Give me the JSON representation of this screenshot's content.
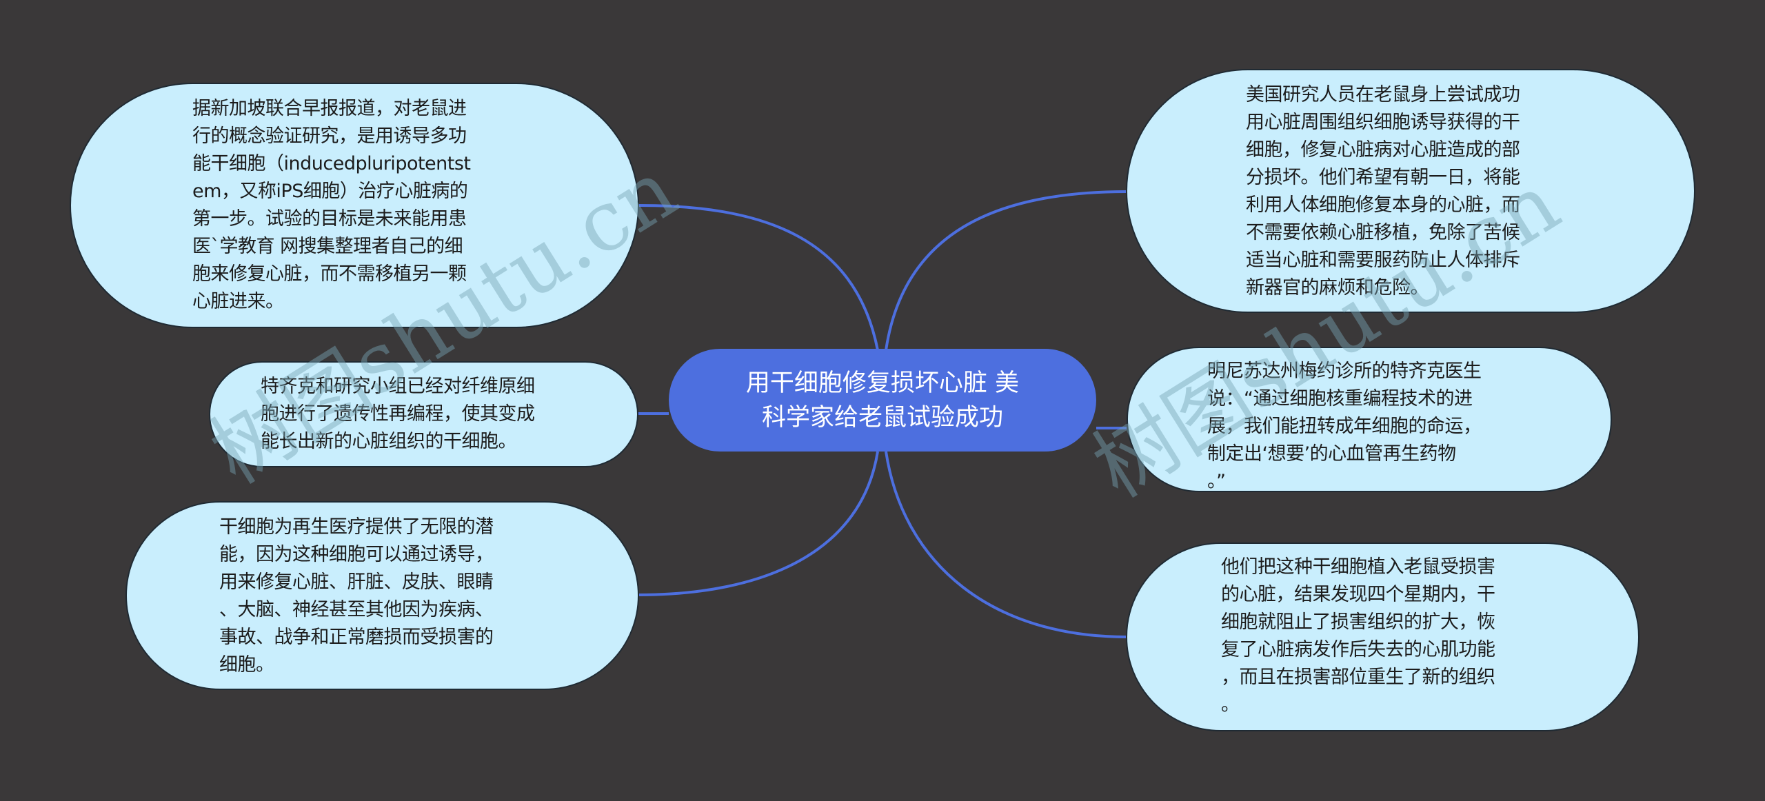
{
  "mindmap": {
    "background_color": "#3a3839",
    "link_color": "#4d6fdf",
    "node_fill": "#c9eefd",
    "center": {
      "title": "用干细胞修复损坏心脏 美\n科学家给老鼠试验成功",
      "fill": "#4d6fdf",
      "text_color": "#ffffff"
    },
    "left_nodes": [
      {
        "text": "据新加坡联合早报报道，对老鼠进\n行的概念验证研究，是用诱导多功\n能干细胞（inducedpluripotentst\nem，又称iPS细胞）治疗心脏病的\n第一步。试验的目标是未来能用患\n医`学教育 网搜集整理者自己的细\n胞来修复心脏，而不需移植另一颗\n心脏进来。"
      },
      {
        "text": "特齐克和研究小组已经对纤维原细\n胞进行了遗传性再编程，使其变成\n能长出新的心脏组织的干细胞。"
      },
      {
        "text": "干细胞为再生医疗提供了无限的潜\n能，因为这种细胞可以通过诱导，\n用来修复心脏、肝脏、皮肤、眼睛\n、大脑、神经甚至其他因为疾病、\n事故、战争和正常磨损而受损害的\n细胞。"
      }
    ],
    "right_nodes": [
      {
        "text": "美国研究人员在老鼠身上尝试成功\n用心脏周围组织细胞诱导获得的干\n细胞，修复心脏病对心脏造成的部\n分损坏。他们希望有朝一日，将能\n利用人体细胞修复本身的心脏，而\n不需要依赖心脏移植，免除了苦候\n适当心脏和需要服药防止人体排斥\n新器官的麻烦和危险。"
      },
      {
        "text": "明尼苏达州梅约诊所的特齐克医生\n说：“通过细胞核重编程技术的进\n展，我们能扭转成年细胞的命运，\n制定出‘想要’的心血管再生药物\n。”"
      },
      {
        "text": "他们把这种干细胞植入老鼠受损害\n的心脏，结果发现四个星期内，干\n细胞就阻止了损害组织的扩大，恢\n复了心脏病发作后失去的心肌功能\n，而且在损害部位重生了新的组织\n。"
      }
    ],
    "watermarks": [
      "树图shutu.cn",
      "树图shutu.cn"
    ]
  }
}
